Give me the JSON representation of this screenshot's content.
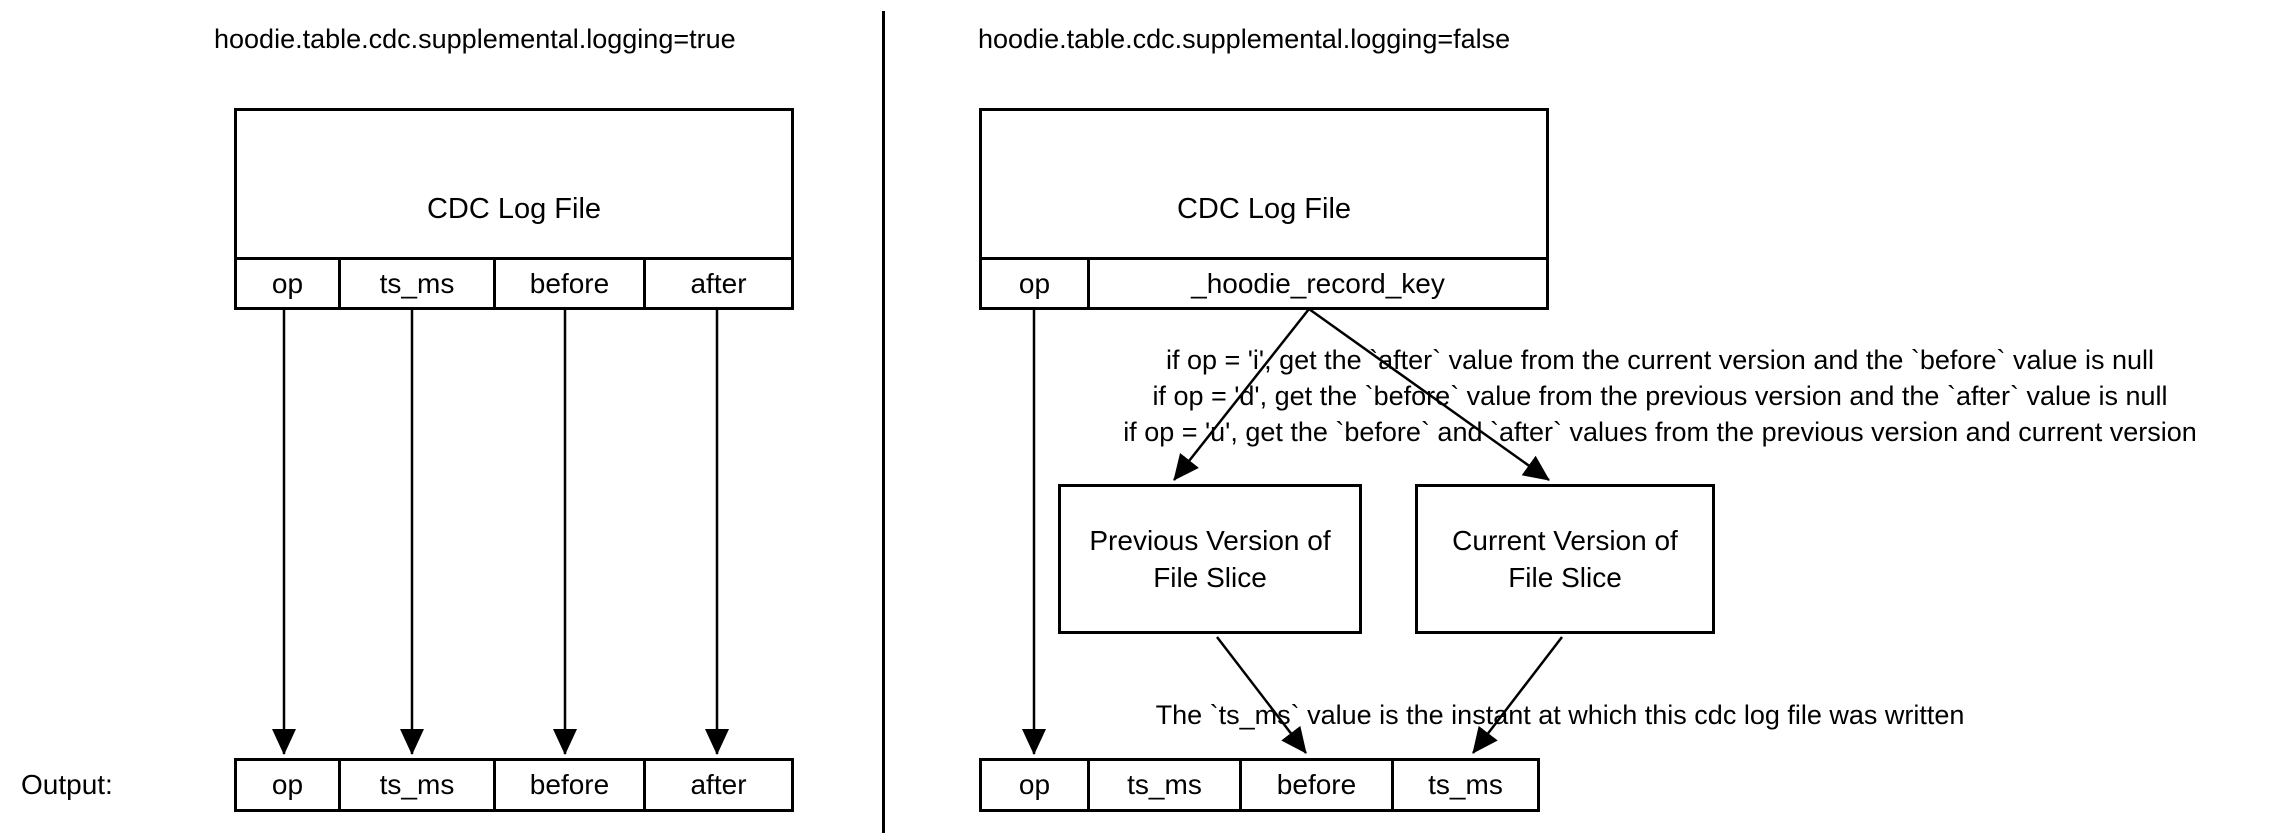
{
  "colors": {
    "line": "#000000",
    "background": "#ffffff"
  },
  "left_panel": {
    "title": "hoodie.table.cdc.supplemental.logging=true",
    "log_file_box": {
      "title": "CDC Log File",
      "columns": [
        "op",
        "ts_ms",
        "before",
        "after"
      ]
    },
    "output_label": "Output:",
    "output_row": {
      "cells": [
        "op",
        "ts_ms",
        "before",
        "after"
      ]
    }
  },
  "right_panel": {
    "title": "hoodie.table.cdc.supplemental.logging=false",
    "log_file_box": {
      "title": "CDC Log File",
      "columns": [
        "op",
        "_hoodie_record_key"
      ]
    },
    "rules": {
      "lines": [
        "if op = 'i', get the `after` value from the current version and the `before` value is null",
        "if op = 'd', get the `before` value from the previous version  and the `after` value is null",
        "if op = 'u', get the `before` and `after` values from the previous version and current version"
      ]
    },
    "previous_box": {
      "line1": "Previous Version of",
      "line2": "File Slice"
    },
    "current_box": {
      "line1": "Current Version of",
      "line2": "File Slice"
    },
    "note": "The `ts_ms` value is the instant at which this cdc log file was written",
    "output_row": {
      "cells": [
        "op",
        "ts_ms",
        "before",
        "ts_ms"
      ]
    }
  }
}
